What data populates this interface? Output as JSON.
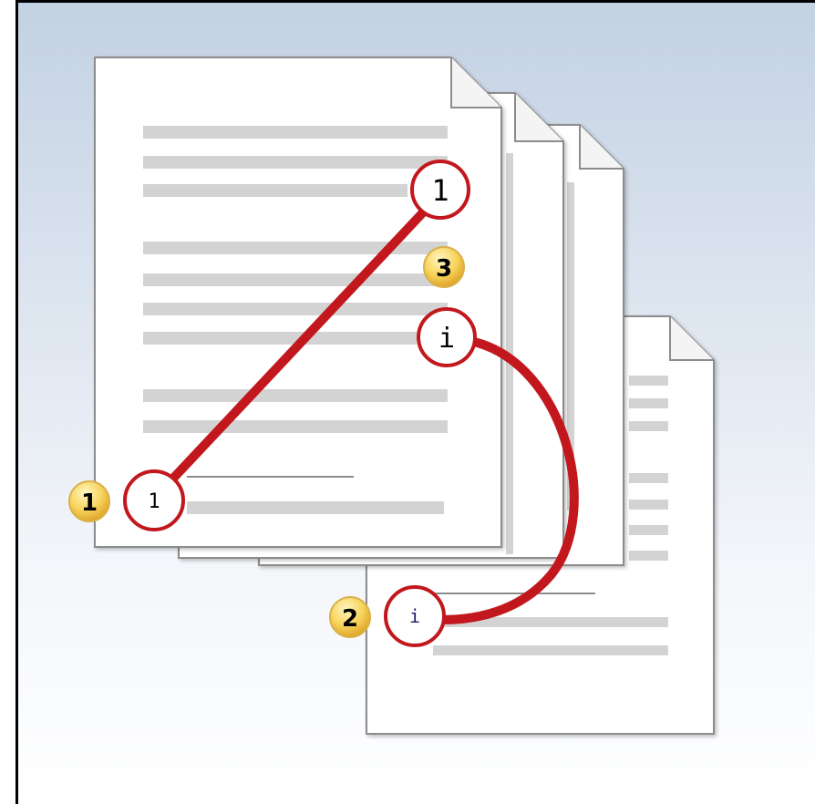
{
  "diagram": {
    "colors": {
      "bg_top": "#c3d1e3",
      "bg_bottom": "#ffffff",
      "line_red": "#c2181d",
      "paper": "#ffffff",
      "paper_edge": "#8c8c8c",
      "text_bar": "#d3d3d3",
      "callout_gold": "#f4c84a"
    },
    "markers": {
      "note_ref_top": "1",
      "note_ref_bottom": "1",
      "endnote_ref_top": "i",
      "endnote_ref_bottom": "i"
    },
    "callouts": {
      "footnote": "1",
      "endnote": "2",
      "continuation": "3"
    }
  }
}
